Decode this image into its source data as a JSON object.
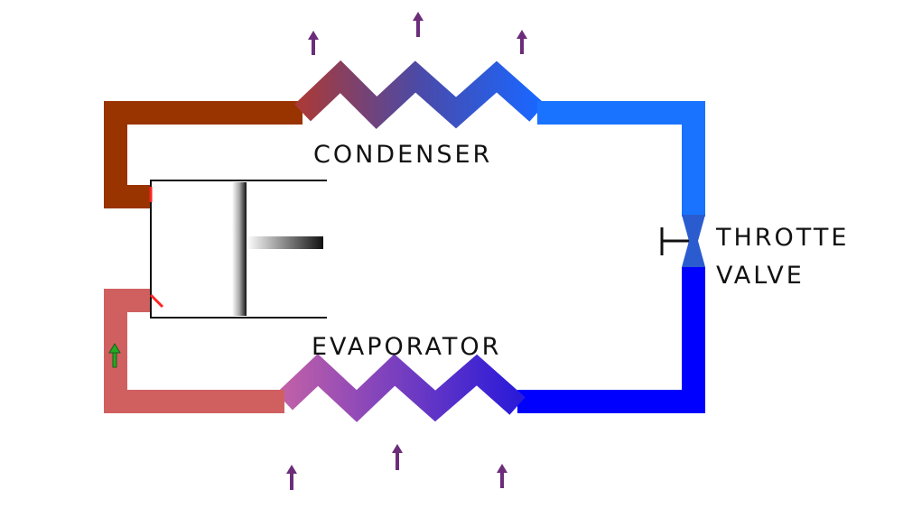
{
  "labels": {
    "condenser": "CONDENSER",
    "evaporator": "EVAPORATOR",
    "valve_line1": "THROTTE",
    "valve_line2": "VALVE"
  },
  "colors": {
    "compressor_outlet": "#993300",
    "compressor_inlet": "#d06060",
    "condenser_start": "#a83a3a",
    "condenser_mid": "#4a4aa8",
    "condenser_end": "#1a66ff",
    "liquid_line": "#1a73ff",
    "evaporator_start": "#c060a8",
    "evaporator_end": "#2b1bd8",
    "evaporator_outlet": "#0000ff",
    "heat_arrow": "#6b2d7a",
    "flow_arrow": "#22aa22",
    "valve_tick": "#ff2222",
    "outline": "#111111"
  }
}
